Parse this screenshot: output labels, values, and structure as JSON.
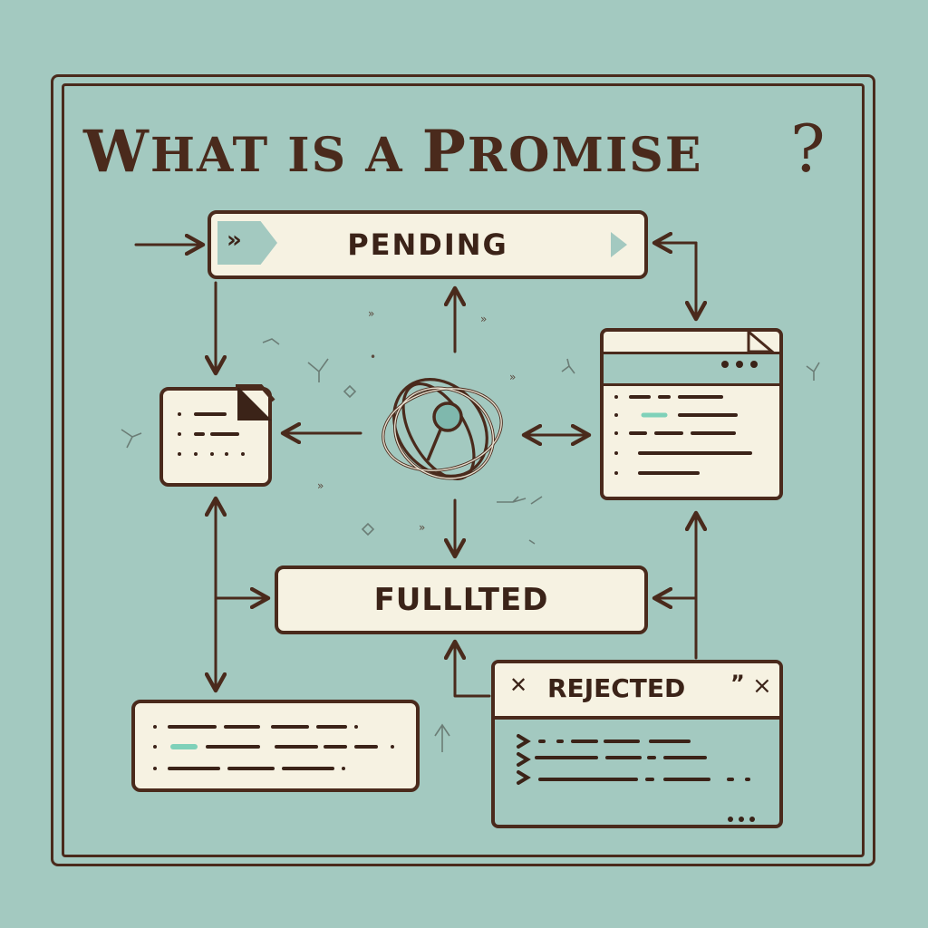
{
  "diagram": {
    "title_parts": [
      "W",
      "HAT IS A ",
      "P",
      "ROMISE"
    ],
    "question_mark": "?",
    "states": {
      "pending": "PENDING",
      "fulfilled": "FULLLTED",
      "rejected": "REJECTED"
    },
    "rejected_decor": {
      "left_symbol": "✕",
      "quote": "”",
      "close_symbol": "×"
    },
    "pending_chevrons": "»",
    "colors": {
      "background": "#a3c9c0",
      "ink": "#4a2a1c",
      "card": "#f6f2e2",
      "accent": "#7fd1b9"
    },
    "icons": [
      "promise-knot-icon",
      "document-icon",
      "browser-window-icon",
      "code-list-icon",
      "error-window-icon"
    ]
  }
}
